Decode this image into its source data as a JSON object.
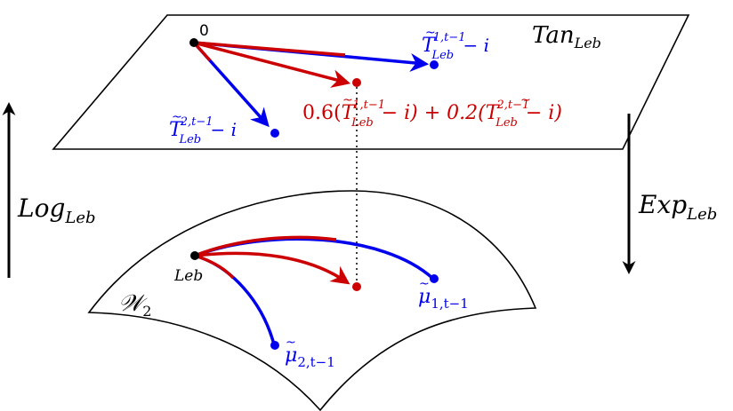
{
  "colors": {
    "ink": "#000000",
    "blue": "#0000ee",
    "red": "#cc0000"
  },
  "tangent_plane": {
    "label_main": "Tan",
    "label_sub": "Leb",
    "origin_label": "0"
  },
  "manifold": {
    "label_main": "𝒲",
    "label_sub": "2",
    "point_label": "Leb"
  },
  "maps": {
    "log_main": "Log",
    "log_sub": "Leb",
    "exp_main": "Exp",
    "exp_sub": "Leb"
  },
  "vectors": {
    "t1": {
      "base": "T",
      "sup": "1,t−1",
      "sub": "Leb",
      "tail": " − i"
    },
    "t2": {
      "base": "T",
      "sup": "2,t−1",
      "sub": "Leb",
      "tail": " − i"
    },
    "combo": {
      "c1": "0.6(",
      "sup1": "1,t−1",
      "sub1": "Leb",
      "mid": " − i) + 0.2(",
      "sup2": "2,t−1",
      "sub2": "Leb",
      "end": " − i)"
    }
  },
  "measures": {
    "mu1": {
      "base": "μ",
      "sub": "1,t−1"
    },
    "mu2": {
      "base": "μ",
      "sub": "2,t−1"
    }
  }
}
